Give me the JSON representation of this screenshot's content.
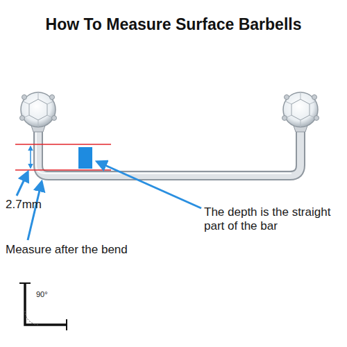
{
  "diagram": {
    "title": "How To Measure Surface Barbells",
    "labels": [
      "2.7mm",
      "Measure after the bend",
      "The depth is the straight part of the bar",
      "90°"
    ]
  }
}
